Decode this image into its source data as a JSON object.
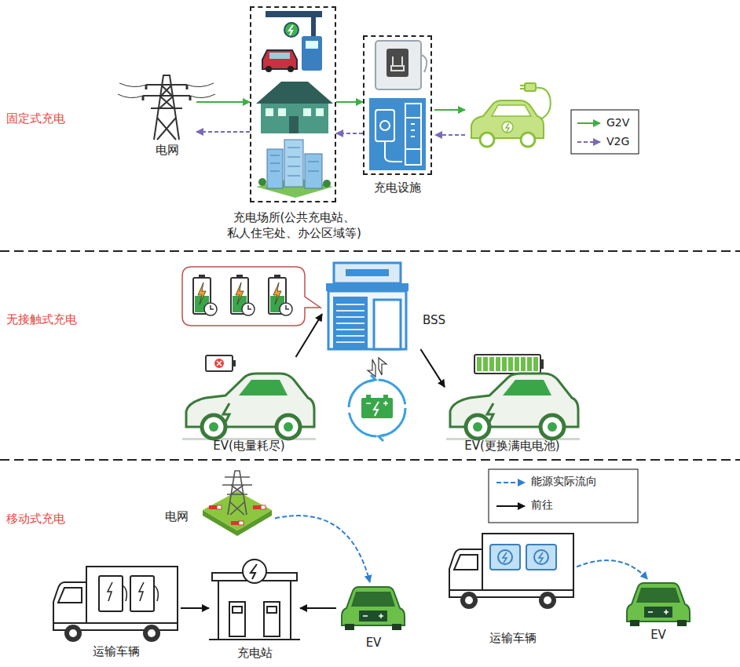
{
  "diagram": {
    "nodes": [
      {
        "text": [
          "电网"
        ]
      },
      {
        "text": [
          "充电场所(公共充电站、 私人住宅处、办公区域等)"
        ]
      },
      {
        "text": [
          "充电设施"
        ]
      },
      {
        "text": [
          "EV(电量耗尽)"
        ]
      },
      {
        "text": [
          "BSS"
        ]
      },
      {
        "text": [
          "EV(更换满电电池)"
        ]
      },
      {
        "text": [
          "电网"
        ]
      },
      {
        "text": [
          "运输车辆"
        ]
      },
      {
        "text": [
          "充电站"
        ]
      },
      {
        "text": [
          "EV"
        ]
      },
      {
        "text": [
          "运输车辆"
        ]
      },
      {
        "text": [
          "EV"
        ]
      }
    ],
    "edges": [
      {
        "from": 0,
        "to": 1,
        "arrow": "to"
      },
      {
        "from": 1,
        "to": 0,
        "arrow": "to"
      },
      {
        "from": 1,
        "to": 2,
        "arrow": "to"
      },
      {
        "from": 2,
        "to": 1,
        "arrow": "to"
      },
      {
        "from": 3,
        "to": 4,
        "arrow": "to"
      },
      {
        "from": 4,
        "to": 5,
        "arrow": "to"
      },
      {
        "from": 7,
        "to": 8,
        "arrow": "to"
      },
      {
        "from": 9,
        "to": 8,
        "arrow": "to"
      },
      {
        "from": 6,
        "to": 9,
        "arrow": "to"
      },
      {
        "from": 10,
        "to": 11,
        "arrow": "to"
      }
    ],
    "labels": [
      "固定式充电",
      "无接触式充电",
      "移动式充电"
    ],
    "legend": [
      {
        "text": "G2V"
      },
      {
        "text": "V2G"
      },
      {
        "text": "能源实际流向"
      },
      {
        "text": "前往"
      }
    ]
  }
}
